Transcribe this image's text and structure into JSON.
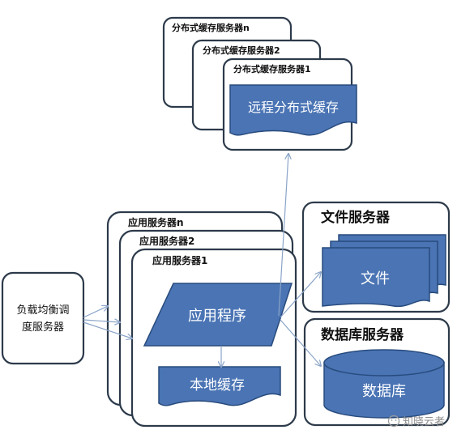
{
  "cache_servers": {
    "server_n": "分布式缓存服务器n",
    "server_2": "分布式缓存服务器2",
    "server_1": "分布式缓存服务器1",
    "remote_cache": "远程分布式缓存"
  },
  "app_servers": {
    "server_n": "应用服务器n",
    "server_2": "应用服务器2",
    "server_1": "应用服务器1",
    "app": "应用程序",
    "local_cache": "本地缓存"
  },
  "load_balancer": {
    "line1": "负载均衡调",
    "line2": "度服务器"
  },
  "file_server": {
    "title": "文件服务器",
    "doc": "文件"
  },
  "db_server": {
    "title": "数据库服务器",
    "db": "数据库"
  },
  "watermark": "知晓云者",
  "colors": {
    "box_stroke": "#2c3a4a",
    "shape_fill": "#4a74b4",
    "shape_stroke": "#284b7d",
    "arrow": "#8aa4c8"
  }
}
